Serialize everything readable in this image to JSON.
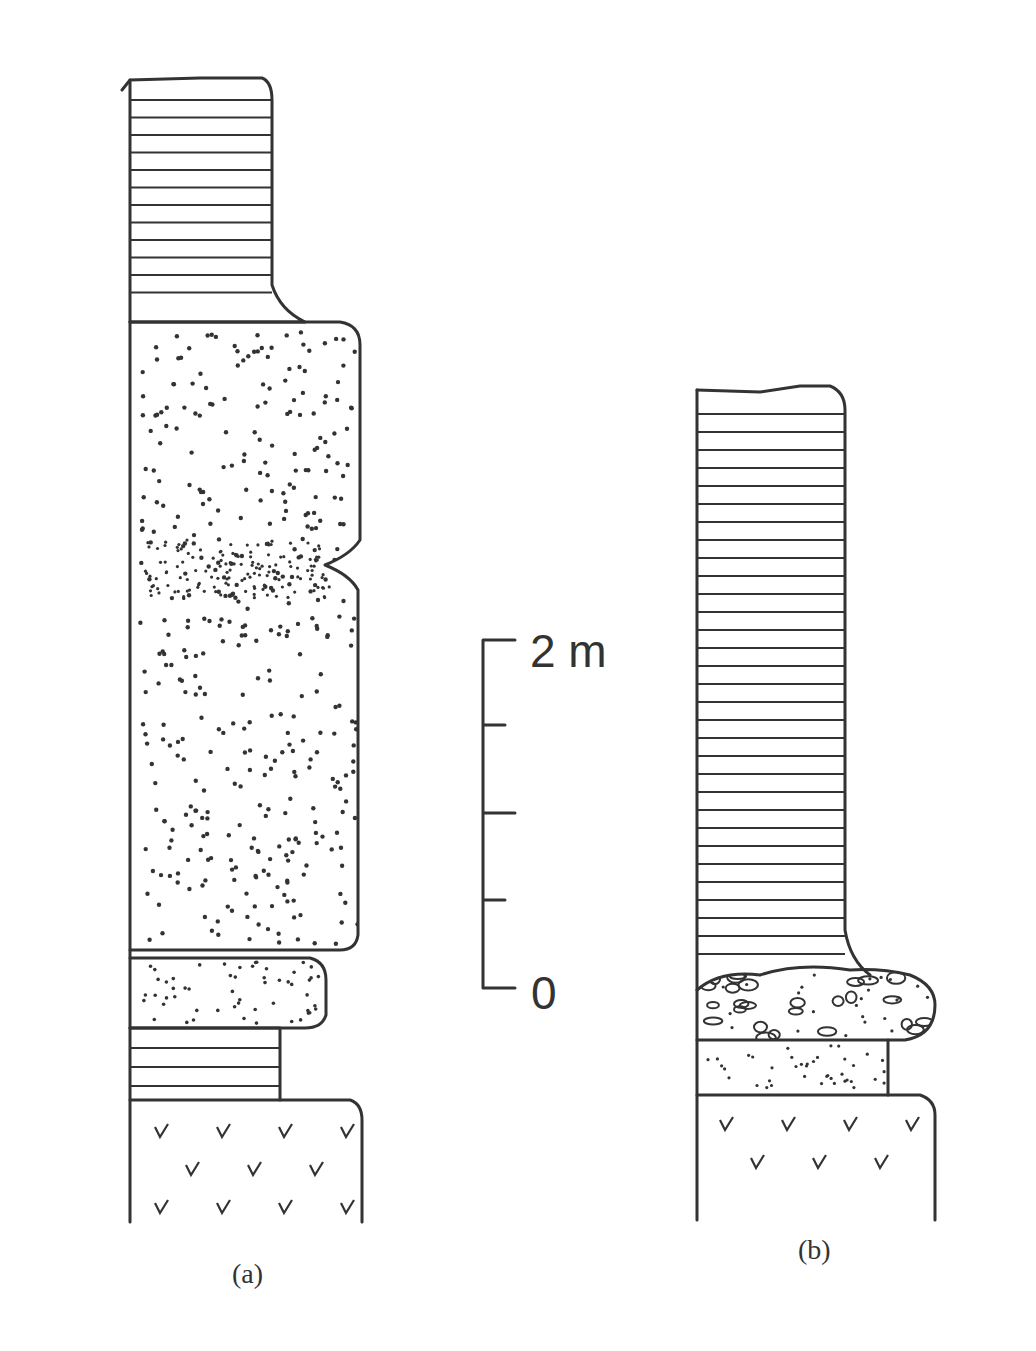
{
  "diagram": {
    "labels": [
      "2 m",
      "0",
      "(a)",
      "(b)"
    ]
  }
}
